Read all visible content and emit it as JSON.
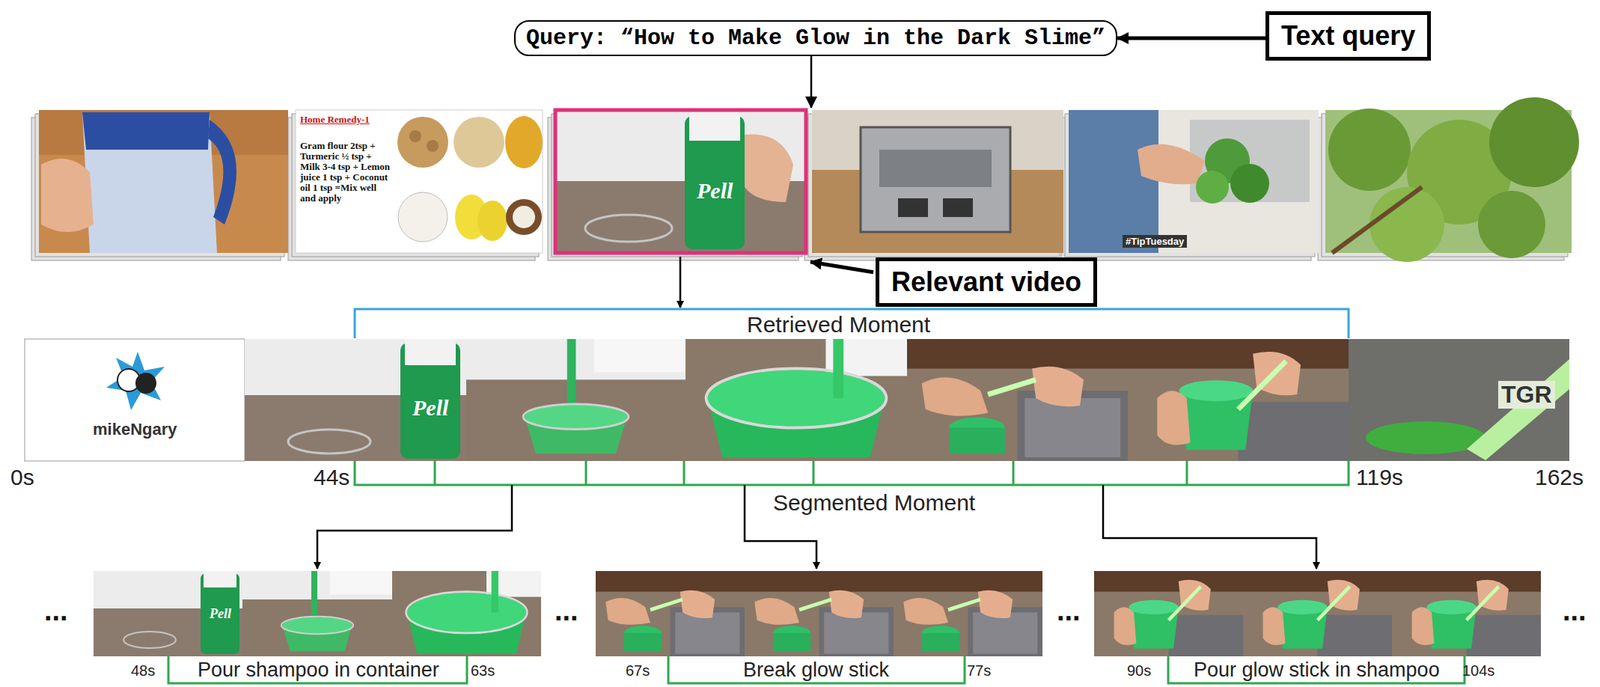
{
  "diagram": {
    "nodes": [
      {
        "text": [
          "Query: “How to Make Glow in the Dark Slime”"
        ]
      },
      {
        "text": [
          "Text query"
        ]
      },
      {
        "text": [
          "Relevant video"
        ]
      }
    ],
    "edges": [
      {
        "from": 1,
        "to": 0,
        "arrow": "to"
      }
    ],
    "labels": [
      "Retrieved Moment",
      "Segmented Moment",
      "0s",
      "44s",
      "119s",
      "162s",
      "48s",
      "Pour shampoo in container",
      "63s",
      "67s",
      "Break glow stick",
      "77s",
      "90s",
      "Pour glow stick in shampoo",
      "104s",
      "...",
      "...",
      "...",
      "...",
      "Home Remedy-1",
      "Gram flour 2tsp + Turmeric ½ tsp + Milk 3-4 tsp + Lemon juice 1 tsp + Coconut oil 1 tsp =Mix well and apply",
      "Pell",
      "Pell",
      "Pell",
      "mikeNgary",
      "#TipTuesday",
      "TGR"
    ]
  }
}
